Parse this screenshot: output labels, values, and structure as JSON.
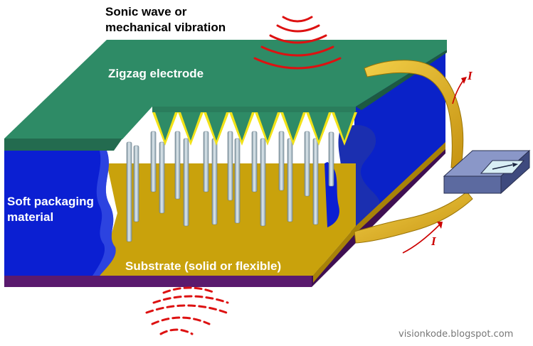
{
  "labels": {
    "sonic_wave_line1": "Sonic wave or",
    "sonic_wave_line2": "mechanical vibration",
    "zigzag_electrode": "Zigzag electrode",
    "soft_packaging_line1": "Soft packaging",
    "soft_packaging_line2": "material",
    "substrate": "Substrate (solid or flexible)",
    "current_top": "I",
    "current_bottom": "I"
  },
  "watermark": "visionkode.blogspot.com",
  "icons": [
    "sound-wave-arcs-icon",
    "current-arrow-icon",
    "meter-needle-icon"
  ],
  "colors": {
    "electrode": "#2e8b66",
    "packaging": "#1020c0",
    "substrate": "#c9a20c",
    "base": "#5a1a6e",
    "wire": "#e0b020",
    "nanowire": "#a8bcc8",
    "wave": "#dd1111",
    "meter": "#5c6aa0"
  }
}
